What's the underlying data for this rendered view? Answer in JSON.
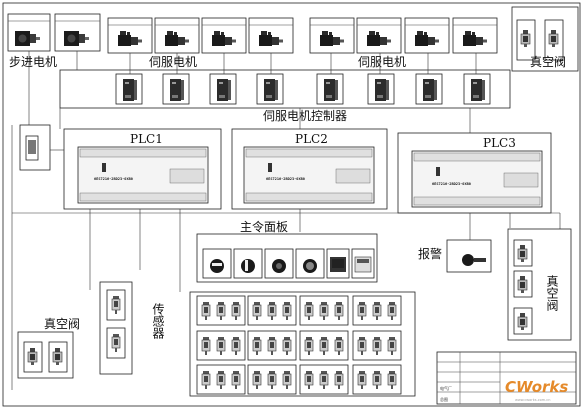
{
  "diagram": {
    "labels": {
      "stepper_motor": "步进电机",
      "servo_motor_left": "伺服电机",
      "servo_motor_right": "伺服电机",
      "vacuum_valve_top": "真空阀",
      "servo_controller": "伺服电机控制器",
      "plc1": "PLC1",
      "plc2": "PLC2",
      "plc3": "PLC3",
      "plc_model": "6ES7216-2BD23-0XB0",
      "main_panel": "主令面板",
      "alarm": "报警",
      "vacuum_valve_right": "真空阀",
      "vacuum_valve_left": "真空阀",
      "sensor": "传感器"
    },
    "title_block": {
      "company": "电气厂",
      "sheet": "总图"
    },
    "watermark": {
      "brand": "CWorks",
      "site": "www.cworks.com.cn"
    }
  }
}
